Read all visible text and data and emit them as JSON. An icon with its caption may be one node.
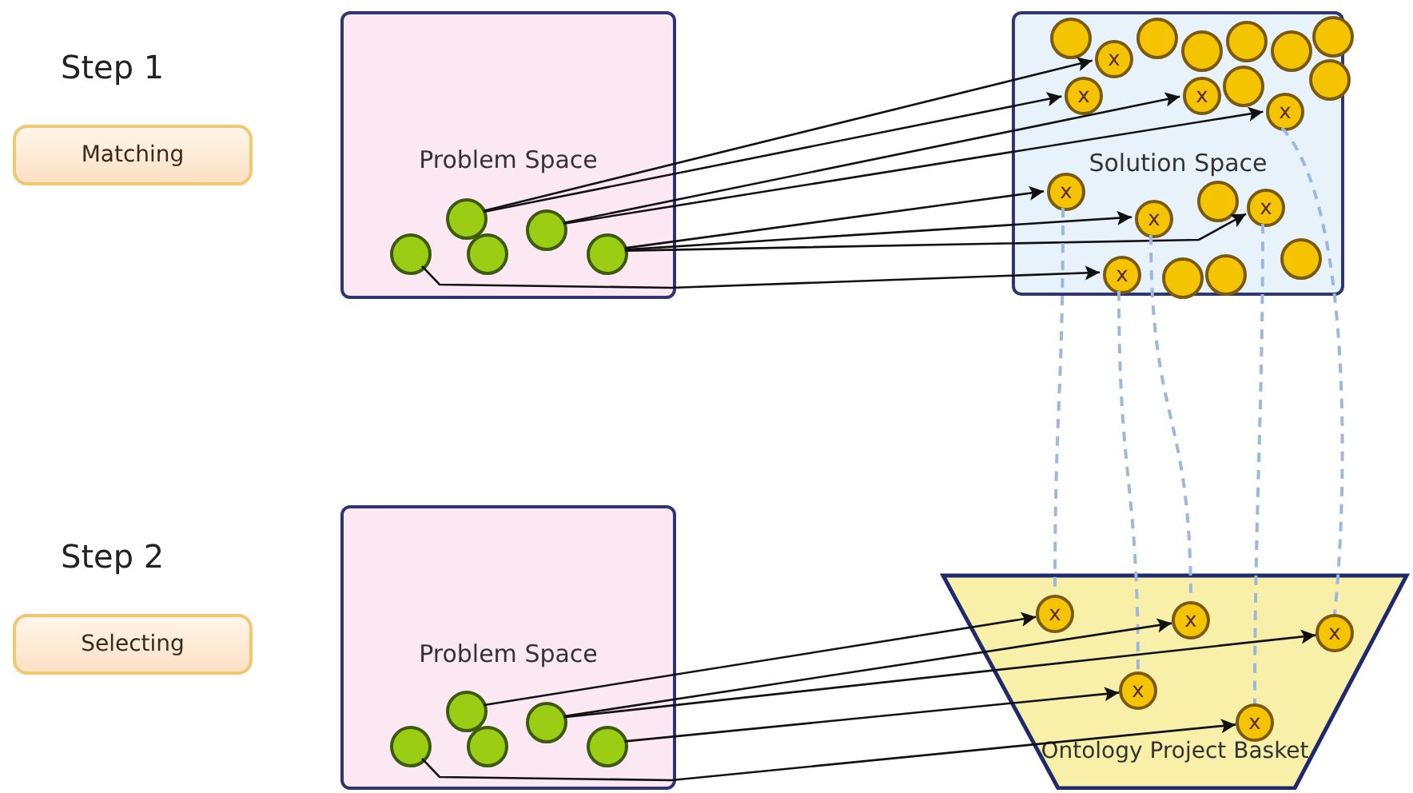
{
  "diagram": {
    "nodes": [
      {
        "text": [
          "Step 1",
          "Matching"
        ]
      },
      {
        "text": [
          "Problem Space"
        ]
      },
      {
        "text": [],
        "shape": "circle",
        "in": 1
      },
      {
        "text": [],
        "shape": "circle",
        "in": 1
      },
      {
        "text": [],
        "shape": "circle",
        "in": 1
      },
      {
        "text": [],
        "shape": "circle",
        "in": 1
      },
      {
        "text": [],
        "shape": "circle",
        "in": 1
      },
      {
        "text": [
          "Solution Space"
        ]
      },
      {
        "text": [],
        "shape": "circle",
        "in": 7
      },
      {
        "text": [],
        "shape": "circle",
        "in": 7
      },
      {
        "text": [],
        "shape": "circle",
        "in": 7
      },
      {
        "text": [],
        "shape": "circle",
        "in": 7
      },
      {
        "text": [],
        "shape": "circle",
        "in": 7
      },
      {
        "text": [],
        "shape": "circle",
        "in": 7
      },
      {
        "text": [],
        "shape": "circle",
        "in": 7
      },
      {
        "text": [],
        "shape": "circle",
        "in": 7
      },
      {
        "text": [],
        "shape": "circle",
        "in": 7
      },
      {
        "text": [],
        "shape": "circle",
        "in": 7
      },
      {
        "text": [],
        "shape": "circle",
        "in": 7
      },
      {
        "text": [],
        "shape": "circle",
        "in": 7
      },
      {
        "text": [
          "x"
        ],
        "in": 7
      },
      {
        "text": [
          "x"
        ],
        "in": 7
      },
      {
        "text": [
          "x"
        ],
        "in": 7
      },
      {
        "text": [
          "x"
        ],
        "in": 7
      },
      {
        "text": [
          "x"
        ],
        "in": 7
      },
      {
        "text": [
          "x"
        ],
        "in": 7
      },
      {
        "text": [
          "x"
        ],
        "in": 7
      },
      {
        "text": [
          "x"
        ],
        "in": 7
      },
      {
        "text": [
          "Step 2",
          "Selecting"
        ]
      },
      {
        "text": [
          "Problem Space"
        ]
      },
      {
        "text": [],
        "shape": "circle",
        "in": 29
      },
      {
        "text": [],
        "shape": "circle",
        "in": 29
      },
      {
        "text": [],
        "shape": "circle",
        "in": 29
      },
      {
        "text": [],
        "shape": "circle",
        "in": 29
      },
      {
        "text": [],
        "shape": "circle",
        "in": 29
      },
      {
        "text": [
          "Ontology Project Basket"
        ]
      },
      {
        "text": [
          "x"
        ],
        "in": 35
      },
      {
        "text": [
          "x"
        ],
        "in": 35
      },
      {
        "text": [
          "x"
        ],
        "in": 35
      },
      {
        "text": [
          "x"
        ],
        "in": 35
      },
      {
        "text": [
          "x"
        ],
        "in": 35
      }
    ],
    "edges": [
      {
        "from": 3,
        "to": 20,
        "arrow": "to"
      },
      {
        "from": 3,
        "to": 21,
        "arrow": "to"
      },
      {
        "from": 5,
        "to": 22,
        "arrow": "to"
      },
      {
        "from": 5,
        "to": 23,
        "arrow": "to"
      },
      {
        "from": 6,
        "to": 24,
        "arrow": "to"
      },
      {
        "from": 6,
        "to": 25,
        "arrow": "to"
      },
      {
        "from": 6,
        "to": 26,
        "arrow": "to"
      },
      {
        "from": 2,
        "to": 27,
        "arrow": "to"
      },
      {
        "from": 24,
        "to": 36,
        "arrow": "none",
        "style": "dashed",
        "color": "#9bb9de"
      },
      {
        "from": 25,
        "to": 37,
        "arrow": "none",
        "style": "dashed",
        "color": "#9bb9de"
      },
      {
        "from": 23,
        "to": 38,
        "arrow": "none",
        "style": "dashed",
        "color": "#9bb9de"
      },
      {
        "from": 27,
        "to": 39,
        "arrow": "none",
        "style": "dashed",
        "color": "#9bb9de"
      },
      {
        "from": 26,
        "to": 40,
        "arrow": "none",
        "style": "dashed",
        "color": "#9bb9de"
      },
      {
        "from": 31,
        "to": 36,
        "arrow": "to"
      },
      {
        "from": 33,
        "to": 37,
        "arrow": "to"
      },
      {
        "from": 33,
        "to": 38,
        "arrow": "to"
      },
      {
        "from": 34,
        "to": 39,
        "arrow": "to"
      },
      {
        "from": 30,
        "to": 40,
        "arrow": "to"
      }
    ]
  }
}
